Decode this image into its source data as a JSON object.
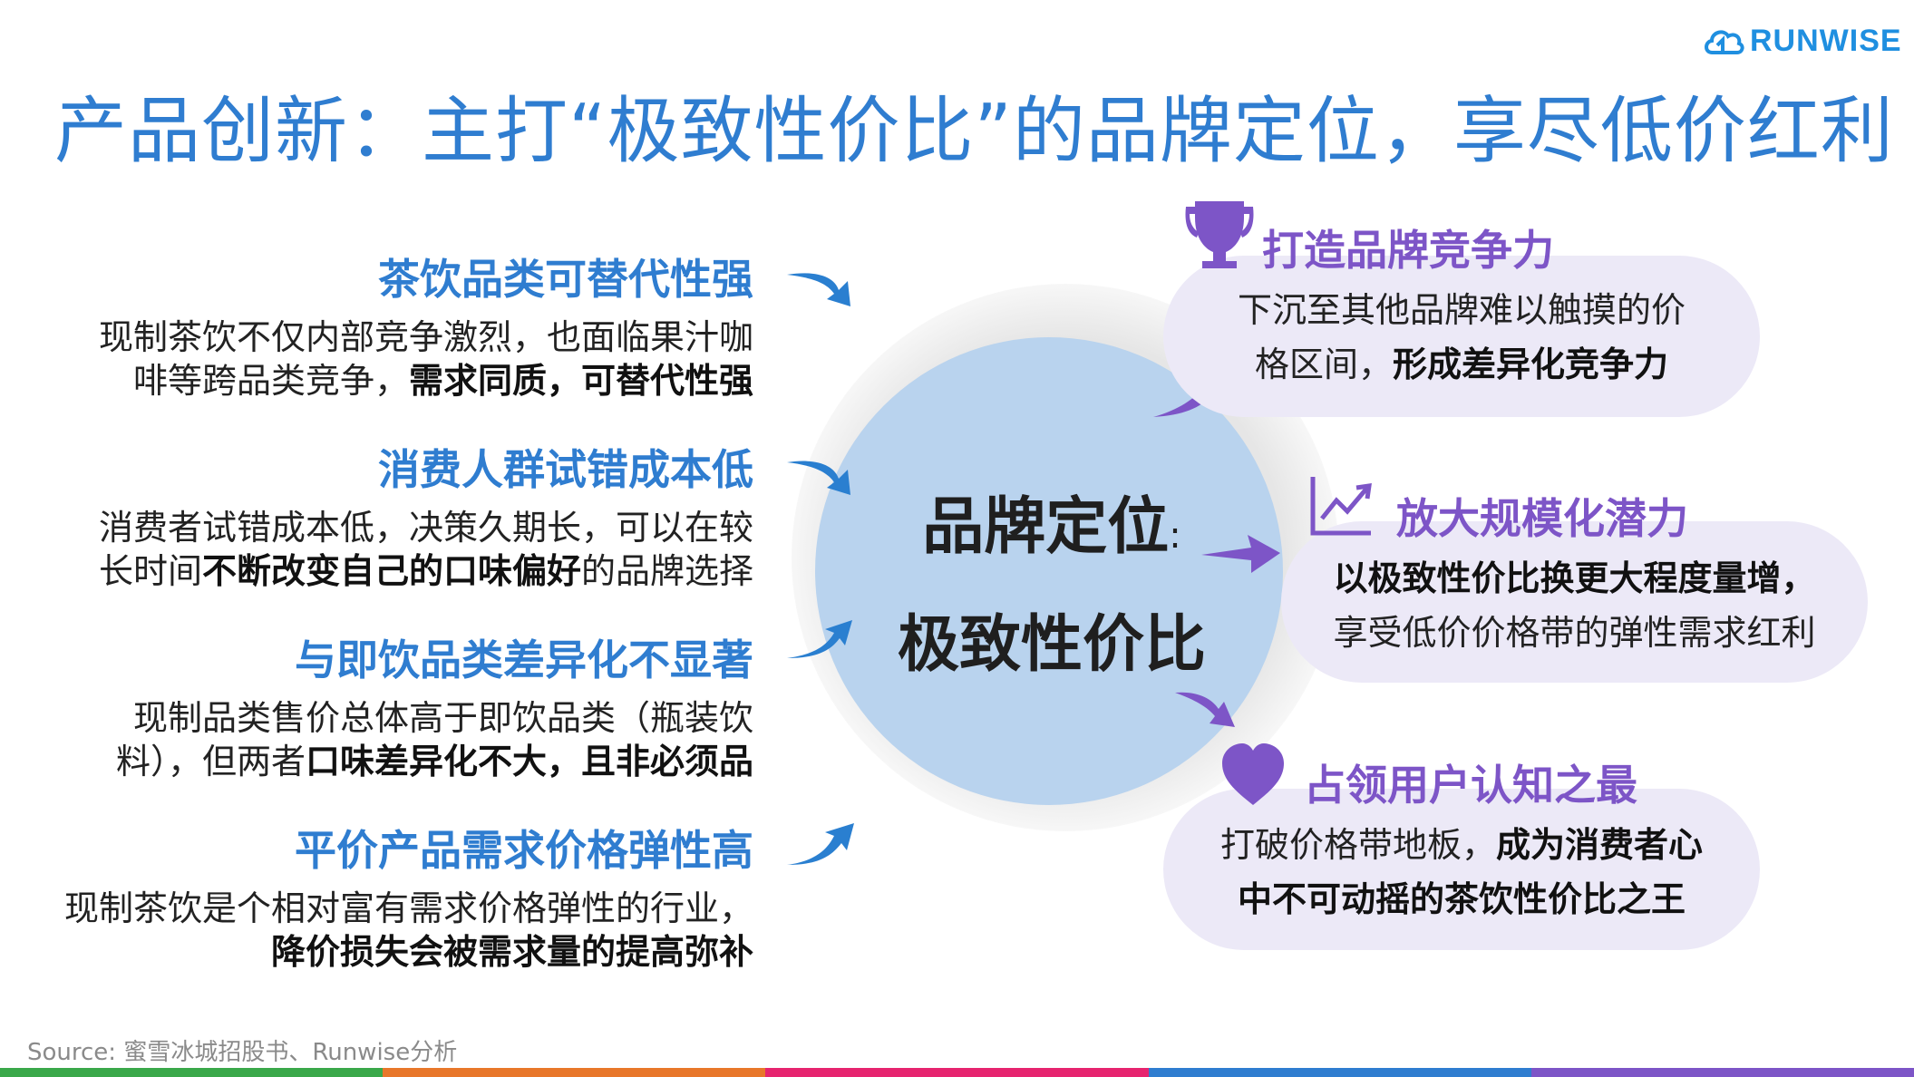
{
  "logo": {
    "text": "RUNWISE"
  },
  "title": "产品创新：主打“极致性价比”的品牌定位，享尽低价红利",
  "center": {
    "line1": "品牌定位",
    "colon": ":",
    "line2": "极致性价比"
  },
  "left_items": [
    {
      "heading": "茶饮品类可替代性强",
      "line1_normal": "现制茶饮不仅内部竞争激烈，也面临果汁咖",
      "line2_normal": "啡等跨品类竞争，",
      "line2_bold": "需求同质，可替代性强"
    },
    {
      "heading": "消费人群试错成本低",
      "line1_normal": "消费者试错成本低，决策久期长，可以在较",
      "line2_pre": "长时间",
      "line2_bold": "不断改变自己的口味偏好",
      "line2_post": "的品牌选择"
    },
    {
      "heading": "与即饮品类差异化不显著",
      "line1_normal": "现制品类售价总体高于即饮品类（瓶装饮",
      "line2_normal": "料），但两者",
      "line2_bold": "口味差异化不大，且非必须品"
    },
    {
      "heading": "平价产品需求价格弹性高",
      "line1_normal": "现制茶饮是个相对富有需求价格弹性的行业，",
      "line2_bold": "降价损失会被需求量的提高弥补"
    }
  ],
  "right_items": [
    {
      "heading": "打造品牌竞争力",
      "line1": "下沉至其他品牌难以触摸的价",
      "line2_normal": "格区间，",
      "line2_bold": "形成差异化竞争力"
    },
    {
      "heading": "放大规模化潜力",
      "line1_bold": "以极致性价比换更大程度量增，",
      "line2": "享受低价价格带的弹性需求红利"
    },
    {
      "heading": "占领用户认知之最",
      "line1_normal": "打破价格带地板，",
      "line1_bold": "成为消费者心",
      "line2_bold": "中不可动摇的茶饮性价比之王"
    }
  ],
  "source": "Source: 蜜雪冰城招股书、Runwise分析",
  "colors": {
    "title_blue": "#2f7dd0",
    "left_arrow_blue": "#2a7fd0",
    "purple": "#7d55c7",
    "circle": "#b9d3ee",
    "card_bg": "#ece9f7",
    "bottom_bar": [
      "#3aa84a",
      "#e8772a",
      "#e6246f",
      "#2f7dd0",
      "#7d55c7"
    ]
  },
  "icons": [
    "trophy-icon",
    "line-chart-icon",
    "heart-icon",
    "cloud-logo-icon"
  ]
}
